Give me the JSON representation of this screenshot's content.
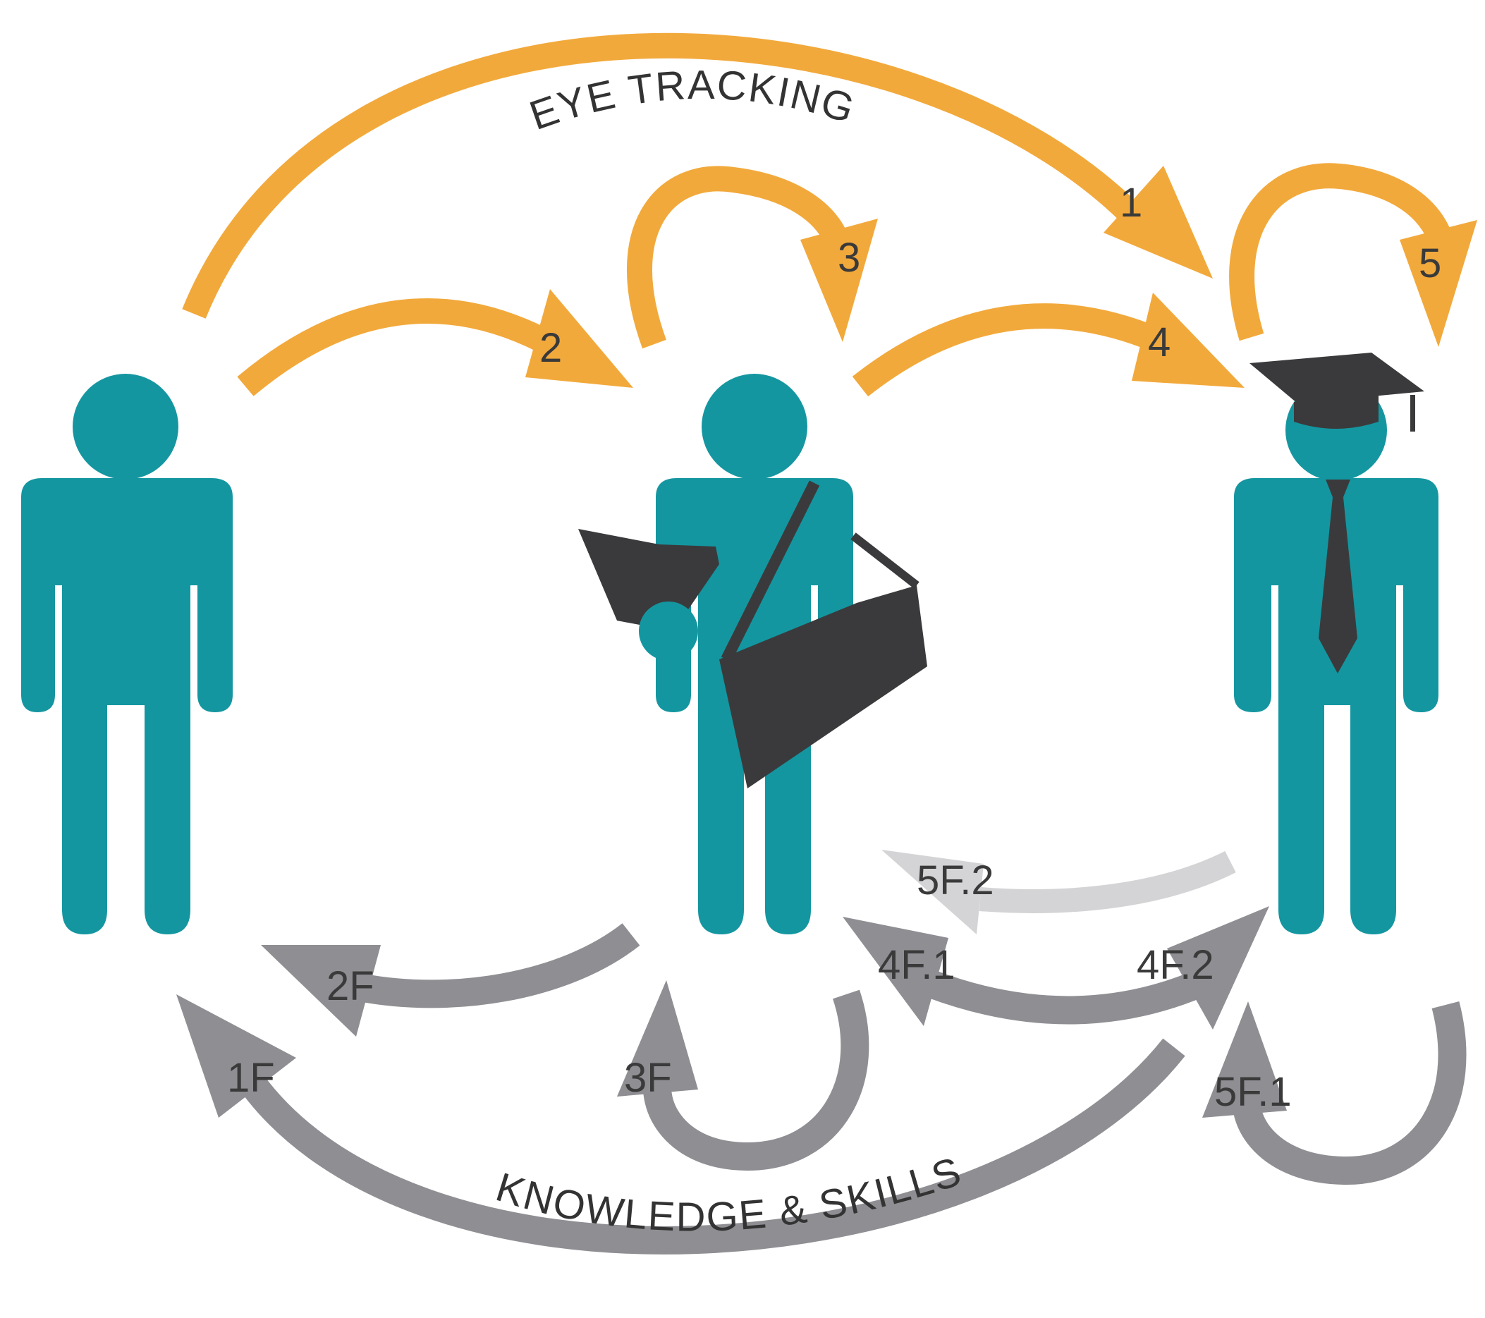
{
  "colors": {
    "person": "#1496a0",
    "accessory": "#3a3a3c",
    "forward_arrow": "#f2a93b",
    "feedback_arrow": "#8e8e93",
    "feedback_arrow_light": "#d4d4d6",
    "label_text": "#333333"
  },
  "people": [
    {
      "role": "novice",
      "accessories": []
    },
    {
      "role": "student",
      "accessories": [
        "book-icon",
        "satchel-icon"
      ]
    },
    {
      "role": "expert",
      "accessories": [
        "graduation-cap-icon",
        "necktie-icon"
      ]
    }
  ],
  "titles": {
    "top": "EYE TRACKING",
    "bottom": "KNOWLEDGE & SKILLS"
  },
  "forward_arrows": {
    "a1": "1",
    "a2": "2",
    "a3": "3",
    "a4": "4",
    "a5": "5"
  },
  "feedback_arrows": {
    "f1": "1F",
    "f2": "2F",
    "f3": "3F",
    "f4_1": "4F.1",
    "f4_2": "4F.2",
    "f5_1": "5F.1",
    "f5_2": "5F.2"
  }
}
